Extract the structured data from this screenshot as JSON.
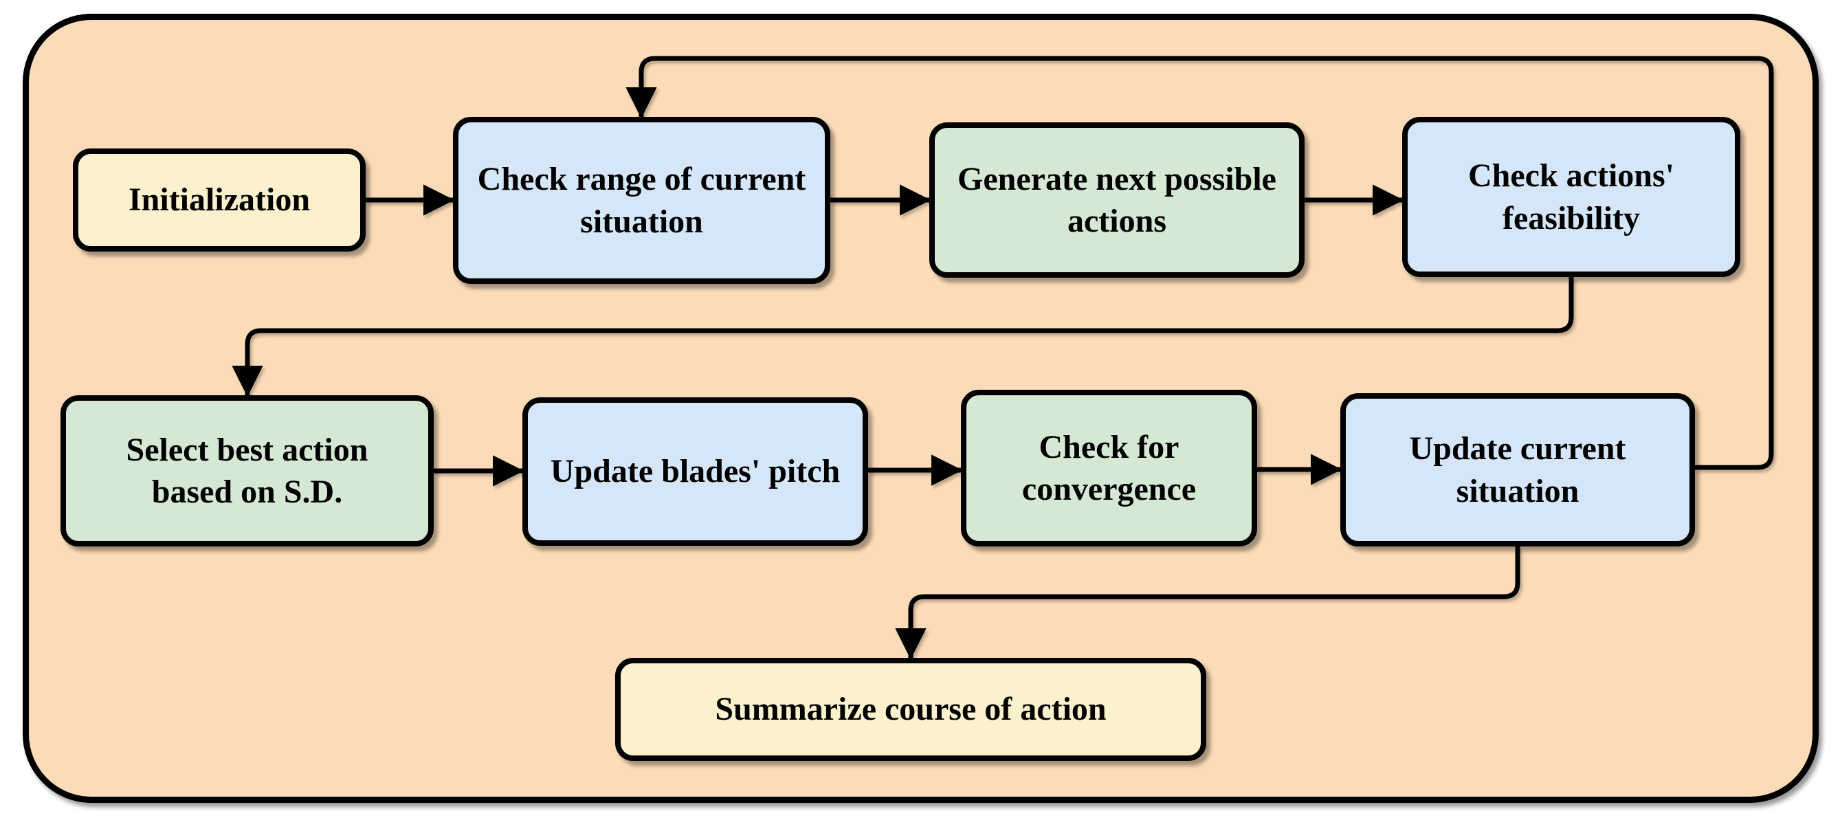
{
  "figure": {
    "type": "flowchart",
    "description": "Closed-loop flowchart of an action-selection procedure for blade pitch control"
  },
  "colors": {
    "background": "#fcdcb8",
    "node_yellow": "#fbf2cd",
    "node_blue": "#d4e6f8",
    "node_green": "#d5e8d4",
    "line": "#000000"
  },
  "nodes": [
    {
      "id": "initialization",
      "label": "Initialization",
      "type": "terminal",
      "color": "#fbf2cd"
    },
    {
      "id": "check-range",
      "label": "Check range of current situation",
      "type": "process",
      "color": "#d4e6f8"
    },
    {
      "id": "generate-next",
      "label": "Generate next possible actions",
      "type": "process",
      "color": "#d5e8d4"
    },
    {
      "id": "check-feasibility",
      "label": "Check actions' feasibility",
      "type": "process",
      "color": "#d4e6f8"
    },
    {
      "id": "select-best",
      "label": "Select best action based on S.D.",
      "type": "process",
      "color": "#d5e8d4"
    },
    {
      "id": "update-blades",
      "label": "Update blades' pitch",
      "type": "process",
      "color": "#d4e6f8"
    },
    {
      "id": "check-convergence",
      "label": "Check for convergence",
      "type": "process",
      "color": "#d5e8d4"
    },
    {
      "id": "update-situation",
      "label": "Update current situation",
      "type": "process",
      "color": "#d4e6f8"
    },
    {
      "id": "summarize",
      "label": "Summarize course of action",
      "type": "terminal",
      "color": "#fbf2cd"
    }
  ],
  "edges": [
    {
      "from": "initialization",
      "to": "check-range"
    },
    {
      "from": "check-range",
      "to": "generate-next"
    },
    {
      "from": "generate-next",
      "to": "check-feasibility"
    },
    {
      "from": "check-feasibility",
      "to": "select-best"
    },
    {
      "from": "select-best",
      "to": "update-blades"
    },
    {
      "from": "update-blades",
      "to": "check-convergence"
    },
    {
      "from": "check-convergence",
      "to": "update-situation"
    },
    {
      "from": "update-situation",
      "to": "check-range",
      "note": "feedback loop"
    },
    {
      "from": "update-situation",
      "to": "summarize"
    }
  ]
}
